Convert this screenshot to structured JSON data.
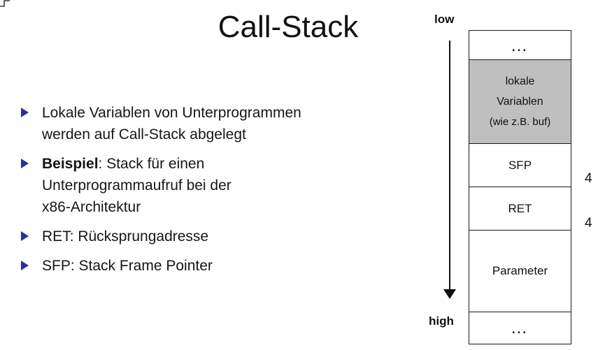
{
  "title": "Call-Stack",
  "bullets": {
    "b1": {
      "line1": "Lokale Variablen von Unterprogrammen",
      "line2": "werden auf Call-Stack abgelegt"
    },
    "b2": {
      "bold": "Beispiel",
      "line1_rest": ": Stack für einen",
      "line2": "Unterprogrammaufruf bei der",
      "line3": "x86-Architektur"
    },
    "b3": {
      "line1": "RET: Rücksprungadresse"
    },
    "b4": {
      "line1": "SFP: Stack Frame Pointer"
    }
  },
  "diagram": {
    "low_label": "low",
    "high_label": "high",
    "top_ellipsis": "...",
    "local_vars_line1": "lokale",
    "local_vars_line2": "Variablen",
    "local_vars_line3": "(wie z.B. buf)",
    "sfp_label": "SFP",
    "ret_label": "RET",
    "parameter_label": "Parameter",
    "bottom_ellipsis": "...",
    "sfp_size": "4",
    "ret_size": "4"
  },
  "colors": {
    "bullet_triangle": "#2b2bb4",
    "shaded_cell": "#bfbfbf",
    "border": "#1a1a1a"
  }
}
